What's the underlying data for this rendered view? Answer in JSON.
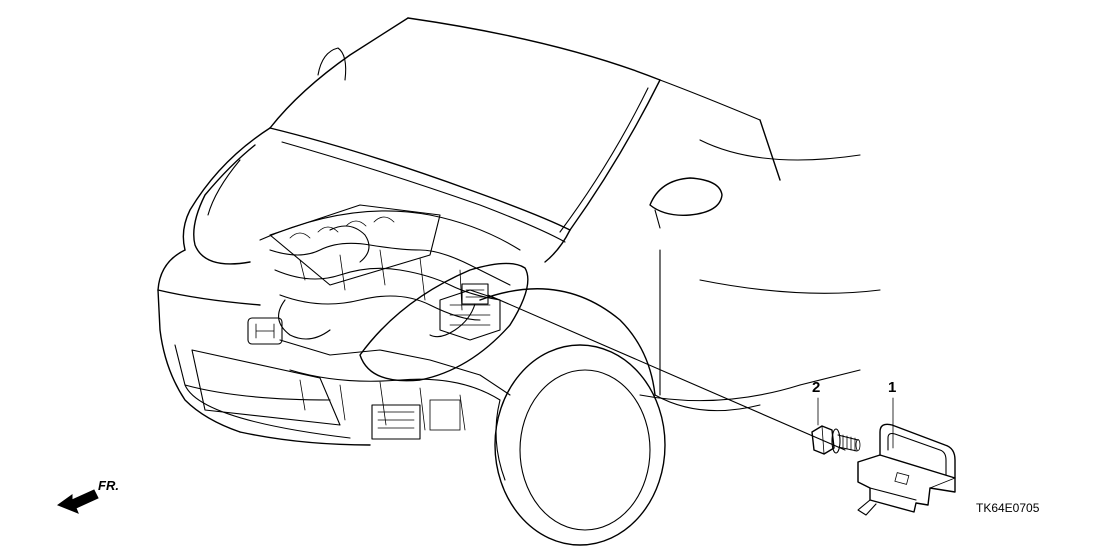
{
  "callouts": [
    {
      "number": "1",
      "part": "bracket"
    },
    {
      "number": "2",
      "part": "bolt"
    }
  ],
  "direction_label": "FR.",
  "diagram_code": "TK64E0705"
}
